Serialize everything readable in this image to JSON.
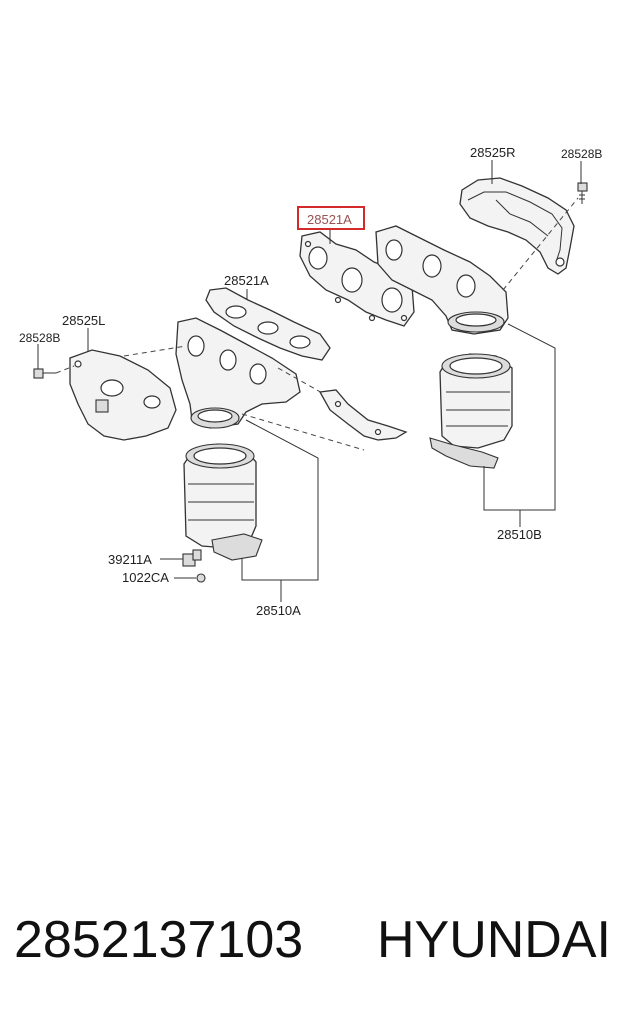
{
  "diagram": {
    "labels": {
      "l_28525R": "28525R",
      "l_28528B_right": "28528B",
      "l_28521A_highlight": "28521A",
      "l_28521A": "28521A",
      "l_28525L": "28525L",
      "l_28528B_left": "28528B",
      "l_39211A": "39211A",
      "l_1022CA": "1022CA",
      "l_28510A": "28510A",
      "l_28510B": "28510B"
    },
    "highlight_color": "#d42a2a"
  },
  "footer": {
    "part_number": "2852137103",
    "brand": "HYUNDAI"
  }
}
